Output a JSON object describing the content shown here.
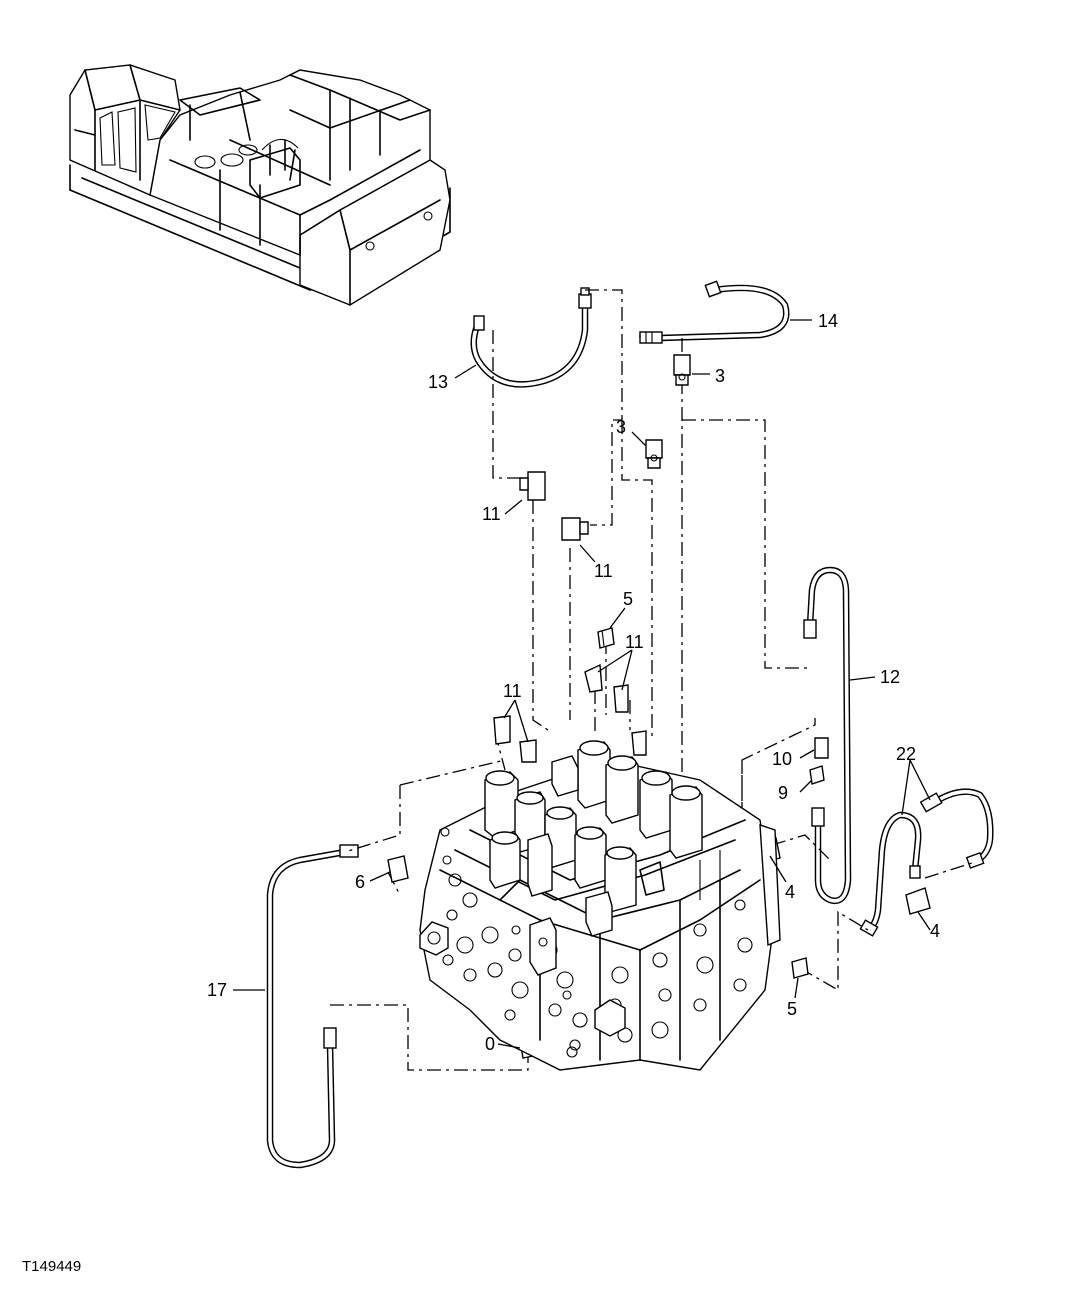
{
  "figure_id": "T149449",
  "callouts": [
    "14",
    "13",
    "3",
    "3",
    "11",
    "11",
    "5",
    "11",
    "11",
    "12",
    "10",
    "9",
    "22",
    "6",
    "4",
    "4",
    "17",
    "5",
    "0"
  ]
}
